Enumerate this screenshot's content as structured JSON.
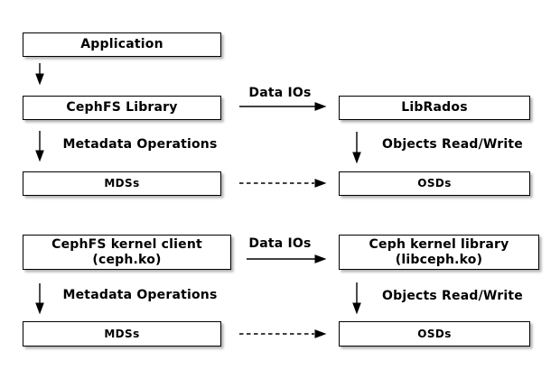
{
  "diagram": {
    "nodes": {
      "application": {
        "label": "Application"
      },
      "cephfs_library": {
        "label": "CephFS Library"
      },
      "librados": {
        "label": "LibRados"
      },
      "mds_user": {
        "label": "MDSs"
      },
      "osd_user": {
        "label": "OSDs"
      },
      "kernel_client": {
        "line1": "CephFS kernel client",
        "line2": "(ceph.ko)"
      },
      "kernel_library": {
        "line1": "Ceph kernel library",
        "line2": "(libceph.ko)"
      },
      "mds_kernel": {
        "label": "MDSs"
      },
      "osd_kernel": {
        "label": "OSDs"
      }
    },
    "edges": {
      "data_ios_user": {
        "label": "Data IOs",
        "style": "solid"
      },
      "metadata_ops_user": {
        "label": "Metadata Operations",
        "style": "solid"
      },
      "objects_rw_user": {
        "label": "Objects Read/Write",
        "style": "solid"
      },
      "mds_to_osd_user": {
        "label": "",
        "style": "dashed"
      },
      "data_ios_kernel": {
        "label": "Data IOs",
        "style": "solid"
      },
      "metadata_ops_kernel": {
        "label": "Metadata Operations",
        "style": "solid"
      },
      "objects_rw_kernel": {
        "label": "Objects Read/Write",
        "style": "dashed-target"
      },
      "mds_to_osd_kernel": {
        "label": "",
        "style": "dashed"
      }
    },
    "colors": {
      "background": "#ffffff",
      "node_fill": "#ffffff",
      "stroke": "#000000",
      "text": "#000000"
    }
  }
}
